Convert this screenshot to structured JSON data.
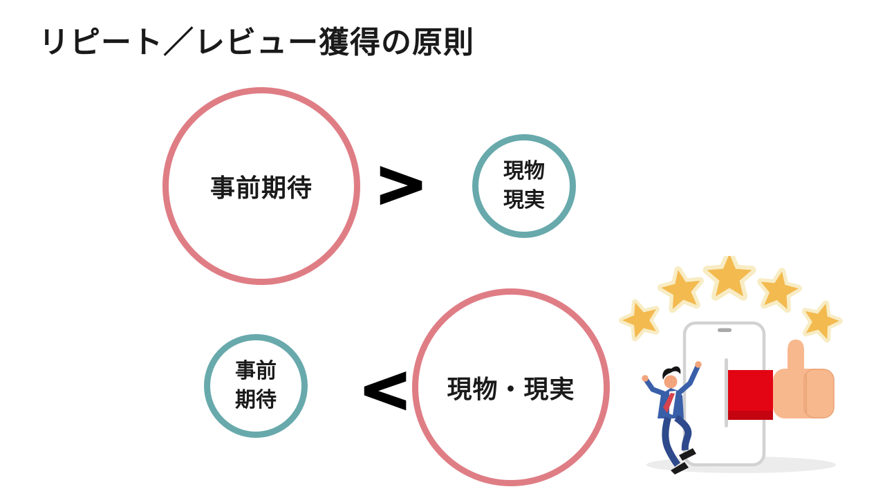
{
  "slide_title": "リピート／レビュー獲得の原則",
  "comparison_top": {
    "large_circle_label": "事前期待",
    "operator": ">",
    "small_circle_line1": "現物",
    "small_circle_line2": "現実"
  },
  "comparison_bottom": {
    "small_circle_line1": "事前",
    "small_circle_line2": "期待",
    "operator": "<",
    "large_circle_label": "現物・現実"
  },
  "illustration": {
    "star_count": 5,
    "parts": [
      "five-rating-stars",
      "smartphone",
      "thumbs-up-hand-red-sleeve",
      "jumping-businessman",
      "ground-shadow"
    ]
  },
  "colors": {
    "circle_pink": "#df7d85",
    "circle_teal": "#68a9ac",
    "text_black": "#1a1a1a",
    "star_gold": "#f3ba4f",
    "star_outline": "#f8ecc4",
    "sleeve_red": "#e30513",
    "sleeve_red_dark": "#c40410",
    "skin": "#f8b88e",
    "skin_line": "#e9a476",
    "person_skin": "#f2a47c",
    "suit_blue": "#3a5fa9",
    "pants_navy": "#2e4a8c",
    "tie_red": "#d6424d",
    "shirt_white": "#ffffff",
    "hair_black": "#141414",
    "shoe_black": "#1b1b1b",
    "phone_border": "#d2d2d2",
    "phone_fill": "#ffffff",
    "speaker_gray": "#a9a9a9",
    "shadow_gray": "#ececec"
  }
}
